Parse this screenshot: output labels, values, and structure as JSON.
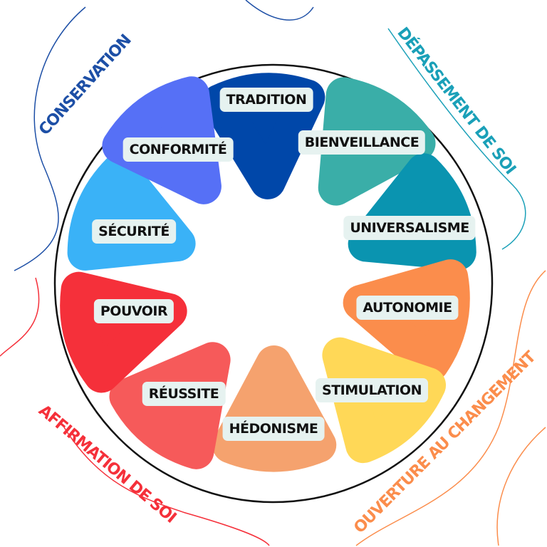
{
  "values": [
    {
      "label": "TRADITION",
      "color": "#0047a9"
    },
    {
      "label": "BIENVEILLANCE",
      "color": "#3aaea8"
    },
    {
      "label": "UNIVERSALISME",
      "color": "#0a94b0"
    },
    {
      "label": "AUTONOMIE",
      "color": "#fb8d4c"
    },
    {
      "label": "STIMULATION",
      "color": "#ffd857"
    },
    {
      "label": "HÉDONISME",
      "color": "#f5a26e"
    },
    {
      "label": "RÉUSSITE",
      "color": "#f65a5a"
    },
    {
      "label": "POUVOIR",
      "color": "#f5303a"
    },
    {
      "label": "SÉCURITÉ",
      "color": "#3ab2f7"
    },
    {
      "label": "CONFORMITÉ",
      "color": "#5670f6"
    }
  ],
  "groups": {
    "conservation": {
      "label": "CONSERVATION",
      "color": "#1d4fa6"
    },
    "depassement": {
      "label": "DÉPASSEMENT DE SOI",
      "color": "#1aa0b8"
    },
    "ouverture": {
      "label": "OUVERTURE AU CHANGEMENT",
      "color": "#fb8d4c"
    },
    "affirmation": {
      "label": "AFFIRMATION DE SOI",
      "color": "#f5303a"
    }
  }
}
